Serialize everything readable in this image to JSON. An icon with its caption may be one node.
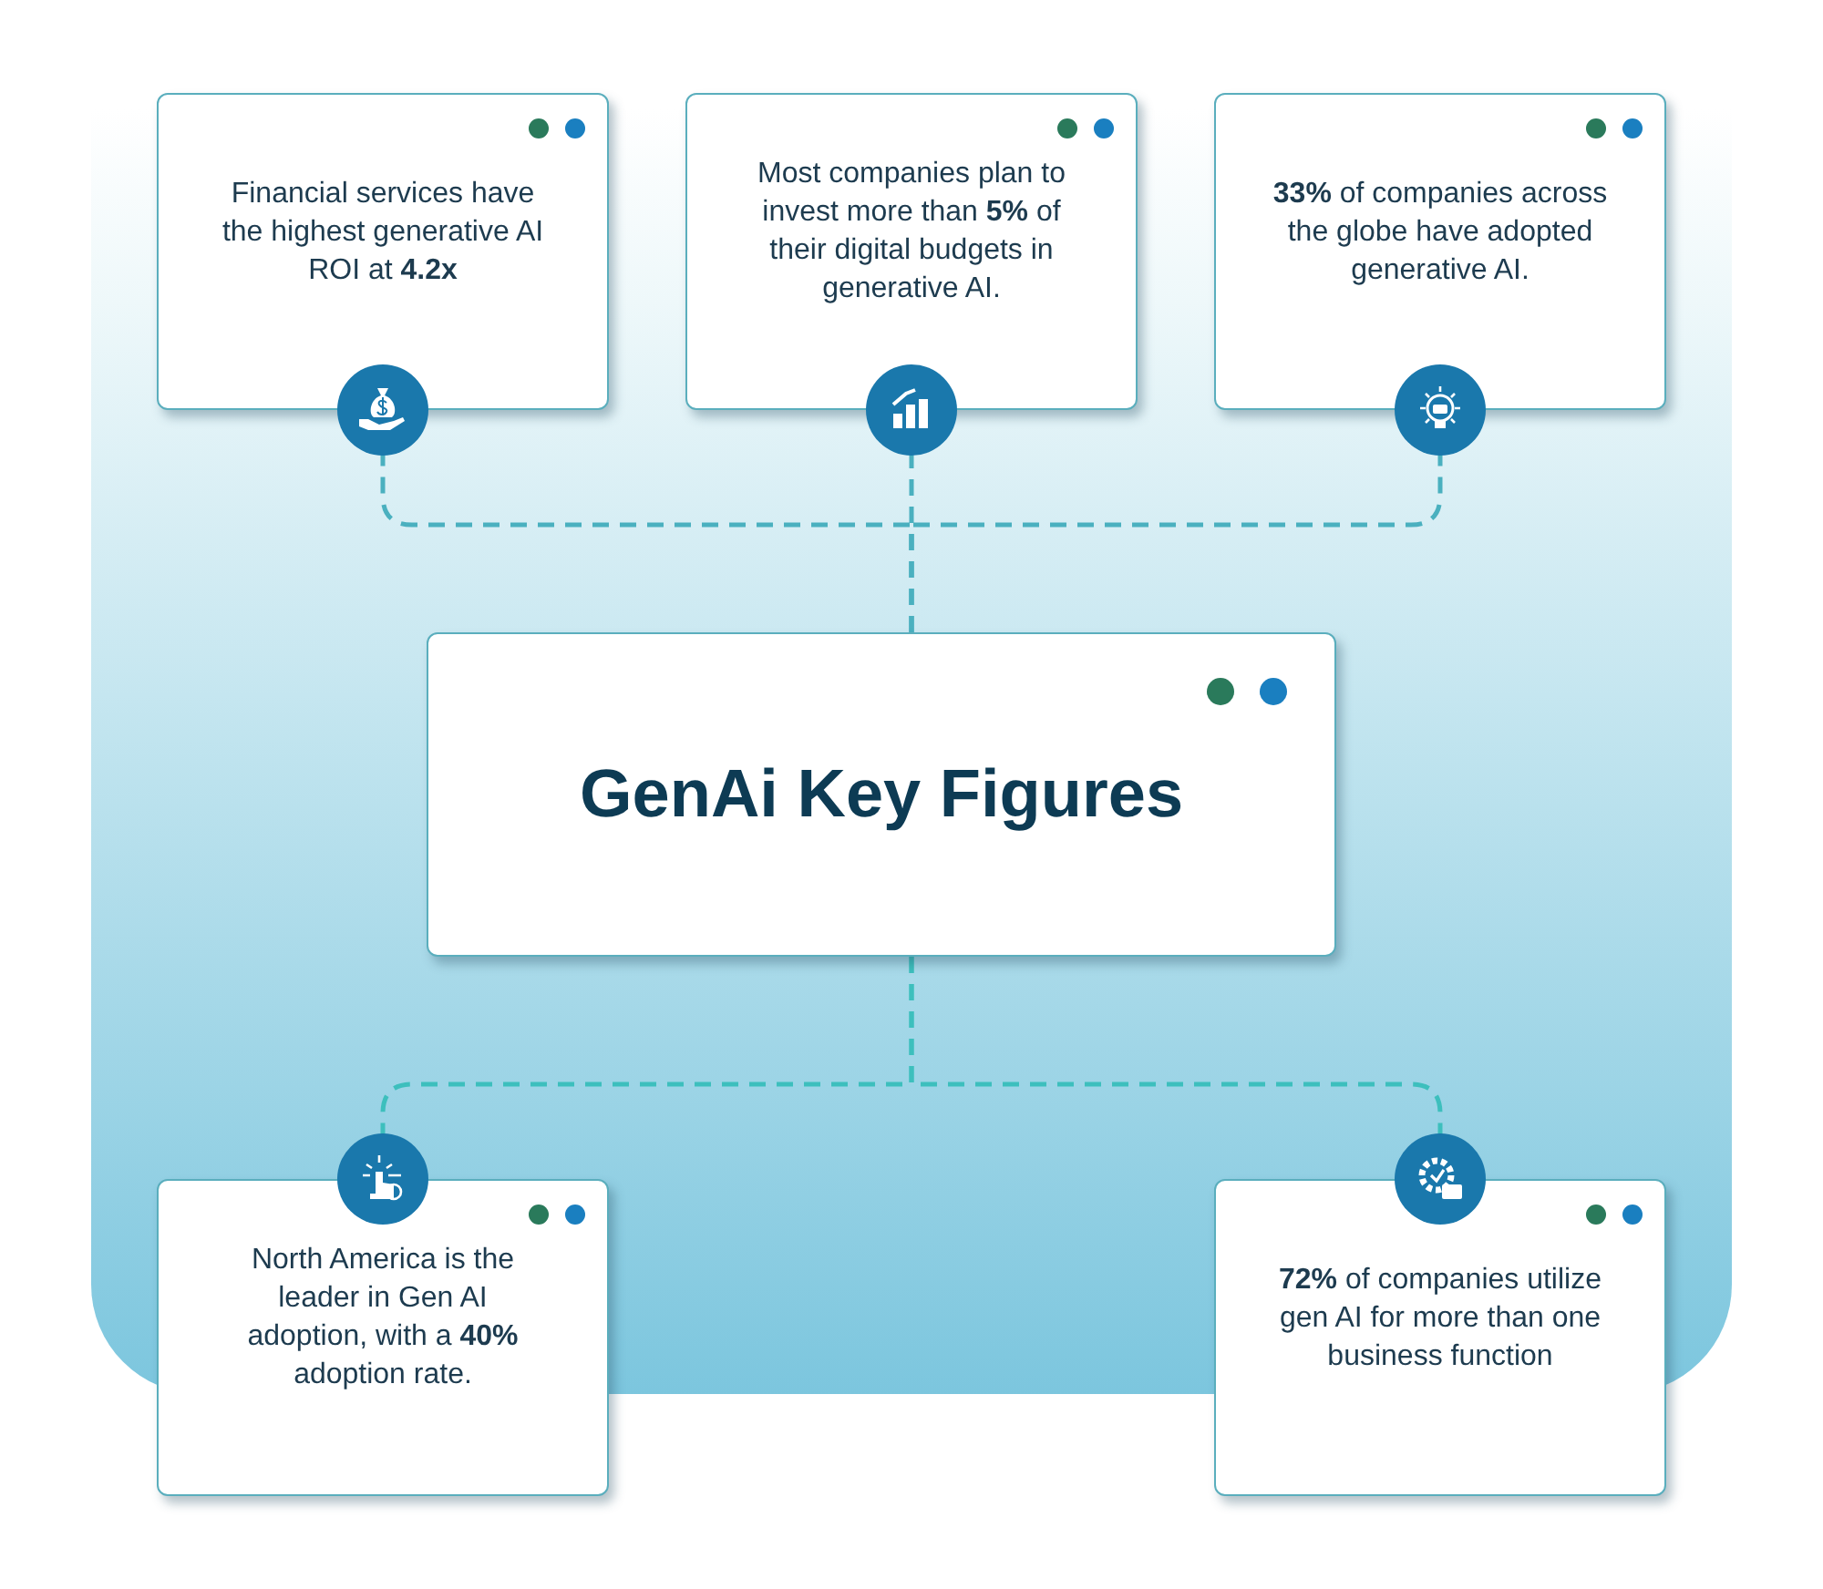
{
  "diagram": {
    "nodes": [
      {
        "text": [
          "GenAi Key Figures"
        ]
      },
      {
        "text": [
          "Financial services have the highest generative AI ROI at **4.2x**"
        ]
      },
      {
        "text": [
          "Most companies plan to invest more than **5%** of their digital budgets in generative AI."
        ]
      },
      {
        "text": [
          "**33%** of companies across the globe have adopted generative AI."
        ]
      },
      {
        "text": [
          "North America is the leader in Gen AI adoption, with a **40%** adoption rate."
        ]
      },
      {
        "text": [
          "**72%** of companies utilize gen AI for more than one business function"
        ]
      }
    ],
    "edges": [
      {
        "from": 0,
        "to": 1,
        "arrow": "none",
        "style": "dashed"
      },
      {
        "from": 0,
        "to": 2,
        "arrow": "none",
        "style": "dashed"
      },
      {
        "from": 0,
        "to": 3,
        "arrow": "none",
        "style": "dashed"
      },
      {
        "from": 0,
        "to": 4,
        "arrow": "none",
        "style": "dashed"
      },
      {
        "from": 0,
        "to": 5,
        "arrow": "none",
        "style": "dashed"
      }
    ]
  }
}
